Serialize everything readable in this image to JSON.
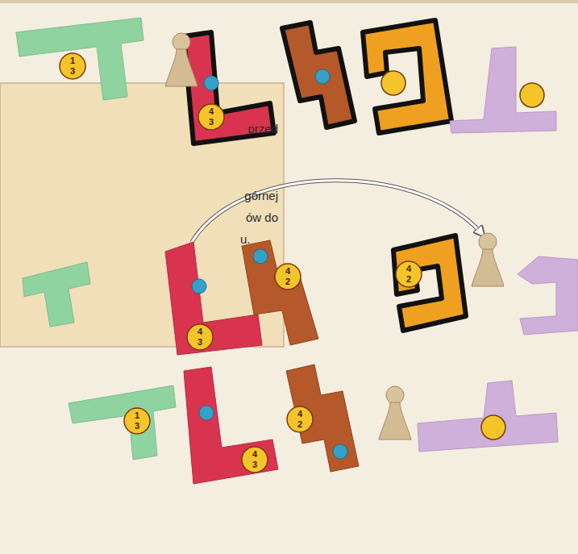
{
  "diagram": {
    "labels": [
      "przed",
      "górnej",
      "ów do",
      "u.",
      "1",
      "3",
      "4",
      "3",
      "4",
      "2",
      "4",
      "2",
      "4",
      "3",
      "1",
      "3",
      "4",
      "2",
      "4",
      "3"
    ]
  }
}
